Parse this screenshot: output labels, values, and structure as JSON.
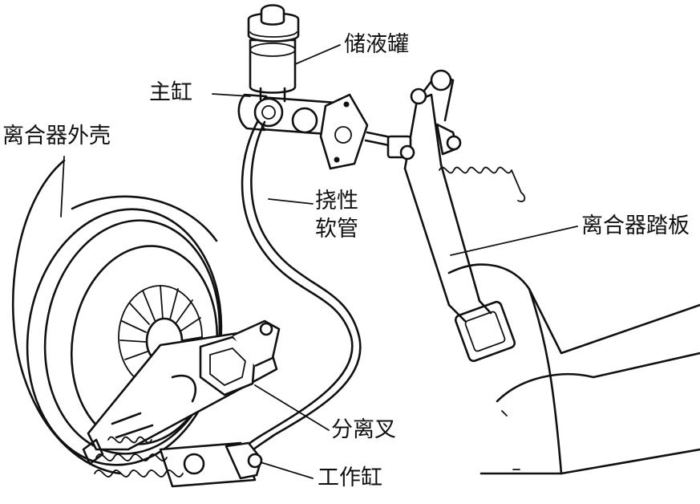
{
  "labels": {
    "reservoir": "储液罐",
    "master_cylinder": "主缸",
    "clutch_housing": "离合器外壳",
    "flexible_hose_line1": "挠性",
    "flexible_hose_line2": "软管",
    "clutch_pedal": "离合器踏板",
    "release_fork": "分离叉",
    "slave_cylinder": "工作缸"
  },
  "colors": {
    "ink": "#111111",
    "background": "#ffffff"
  }
}
